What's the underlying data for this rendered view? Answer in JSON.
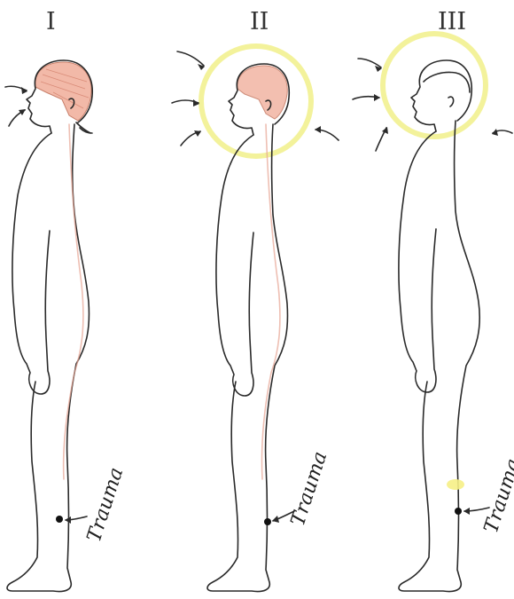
{
  "figures": [
    {
      "numeral": "I",
      "trauma_label": "Trauma",
      "brain_shading": true,
      "halo": false
    },
    {
      "numeral": "II",
      "trauma_label": "Trauma",
      "brain_shading": true,
      "halo": true
    },
    {
      "numeral": "III",
      "trauma_label": "Trauma",
      "brain_shading": false,
      "halo": true
    }
  ],
  "colors": {
    "outline": "#2a2a2a",
    "brain": "#f2b9a8",
    "nerve": "#e7a493",
    "halo": "#f1f08a",
    "spot": "#f6ef86"
  }
}
